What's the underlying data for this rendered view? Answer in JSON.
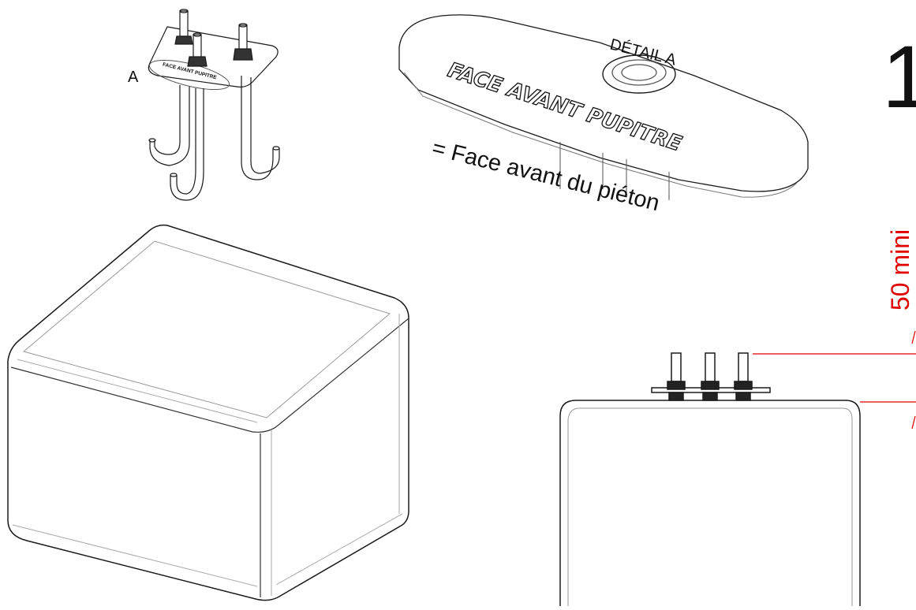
{
  "labels": {
    "detail_marker": "A",
    "detail_title": "DÉTAIL A",
    "engraving": "FACE AVANT PUPITRE",
    "plate_engraving_small": "FACE AVANT PUPITRE",
    "meaning": "= Face avant du piéton",
    "dimension": "50 mini",
    "sheet_number": "1"
  },
  "colors": {
    "line": "#1a1a1a",
    "light_line": "#8a8a8a",
    "dimension": "#e00000",
    "background": "#ffffff"
  }
}
